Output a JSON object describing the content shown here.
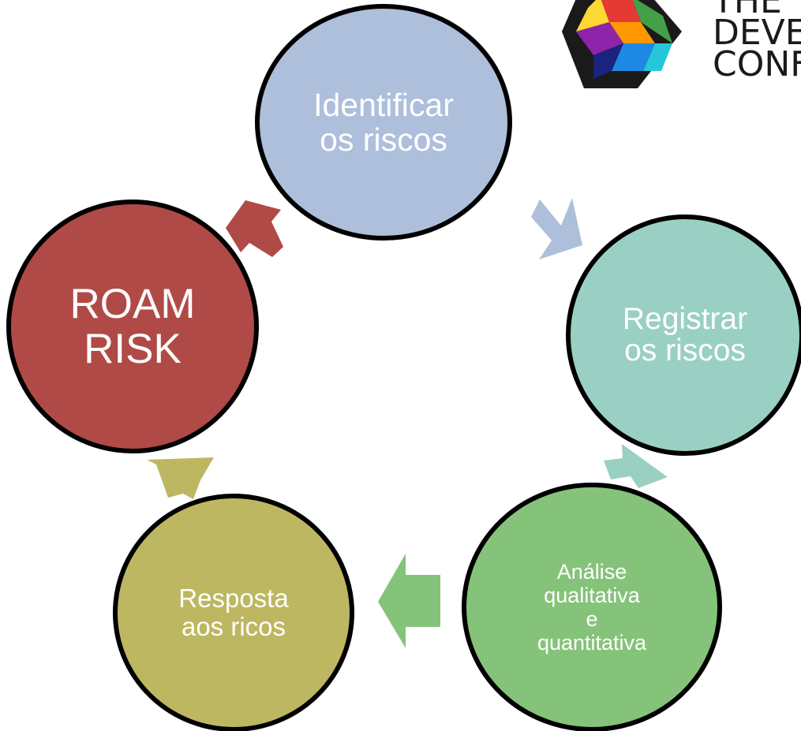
{
  "logo": {
    "text_lines": [
      "THE",
      "DEVE",
      "CONF"
    ],
    "colors": [
      "#e53935",
      "#ff9800",
      "#fdd835",
      "#43a047",
      "#1e88e5",
      "#8e24aa",
      "#26c6da",
      "#1a237e"
    ]
  },
  "nodes": [
    {
      "id": "identificar",
      "lines": [
        "Identificar",
        "os riscos"
      ],
      "color": "#aebfdc"
    },
    {
      "id": "registrar",
      "lines": [
        "Registrar",
        "os riscos"
      ],
      "color": "#99d0c3"
    },
    {
      "id": "analise",
      "lines": [
        "Análise",
        "qualitativa",
        "e",
        "quantitativa"
      ],
      "color": "#86c37a"
    },
    {
      "id": "resposta",
      "lines": [
        "Resposta",
        "aos ricos"
      ],
      "color": "#bdb761"
    },
    {
      "id": "roam",
      "lines": [
        "ROAM",
        "RISK"
      ],
      "color": "#b04a46"
    }
  ]
}
